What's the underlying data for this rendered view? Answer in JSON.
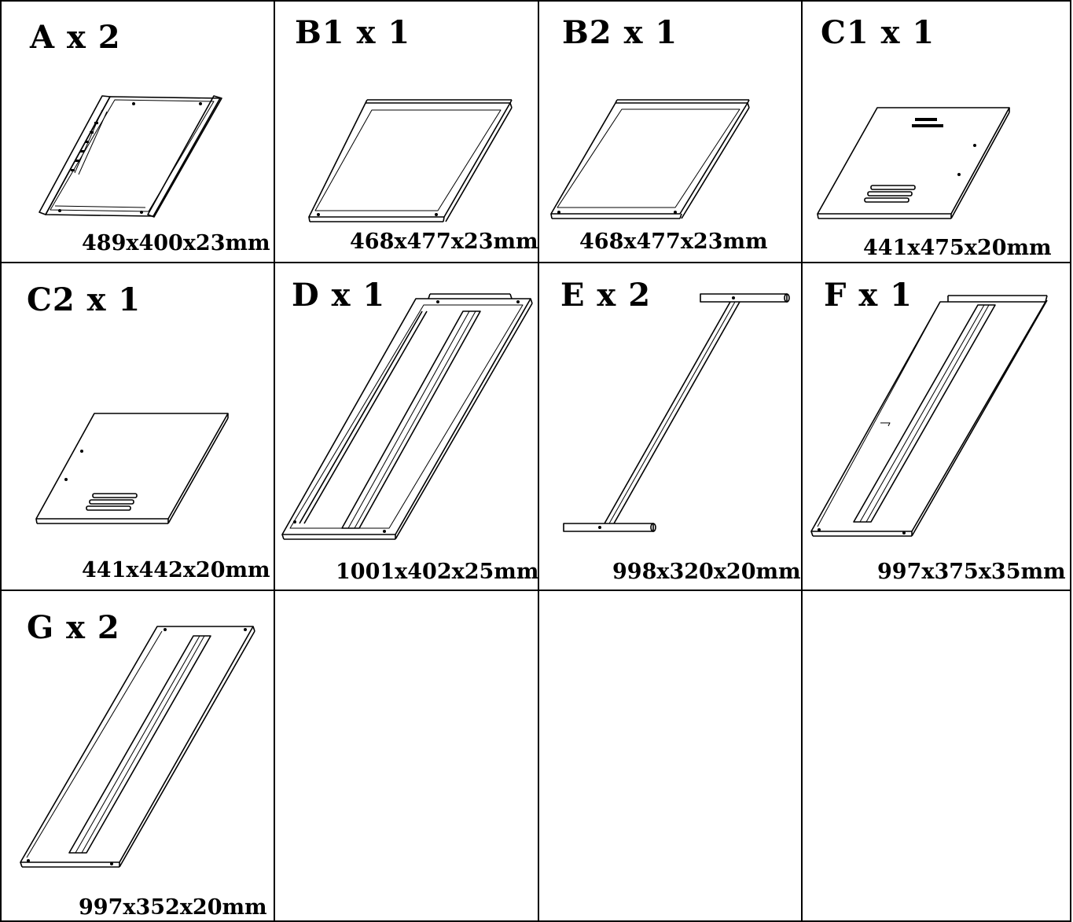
{
  "parts": [
    {
      "label": "A x 2",
      "dims": "489x400x23mm"
    },
    {
      "label": "B1 x 1",
      "dims": "468x477x23mm"
    },
    {
      "label": "B2 x 1",
      "dims": "468x477x23mm"
    },
    {
      "label": "C1 x 1",
      "dims": "441x475x20mm"
    },
    {
      "label": "C2 x 1",
      "dims": "441x442x20mm"
    },
    {
      "label": "D x 1",
      "dims": "1001x402x25mm"
    },
    {
      "label": "E x 2",
      "dims": "998x320x20mm"
    },
    {
      "label": "F x 1",
      "dims": "997x375x35mm"
    },
    {
      "label": "G x 2",
      "dims": "997x352x20mm"
    }
  ]
}
